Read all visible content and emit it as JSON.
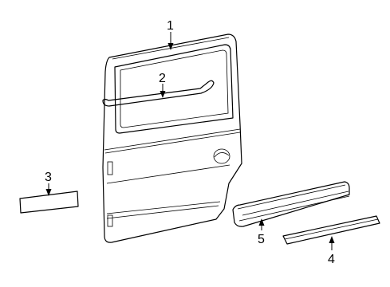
{
  "callouts": {
    "part_1": "1",
    "part_2": "2",
    "part_3": "3",
    "part_4": "4",
    "part_5": "5"
  }
}
